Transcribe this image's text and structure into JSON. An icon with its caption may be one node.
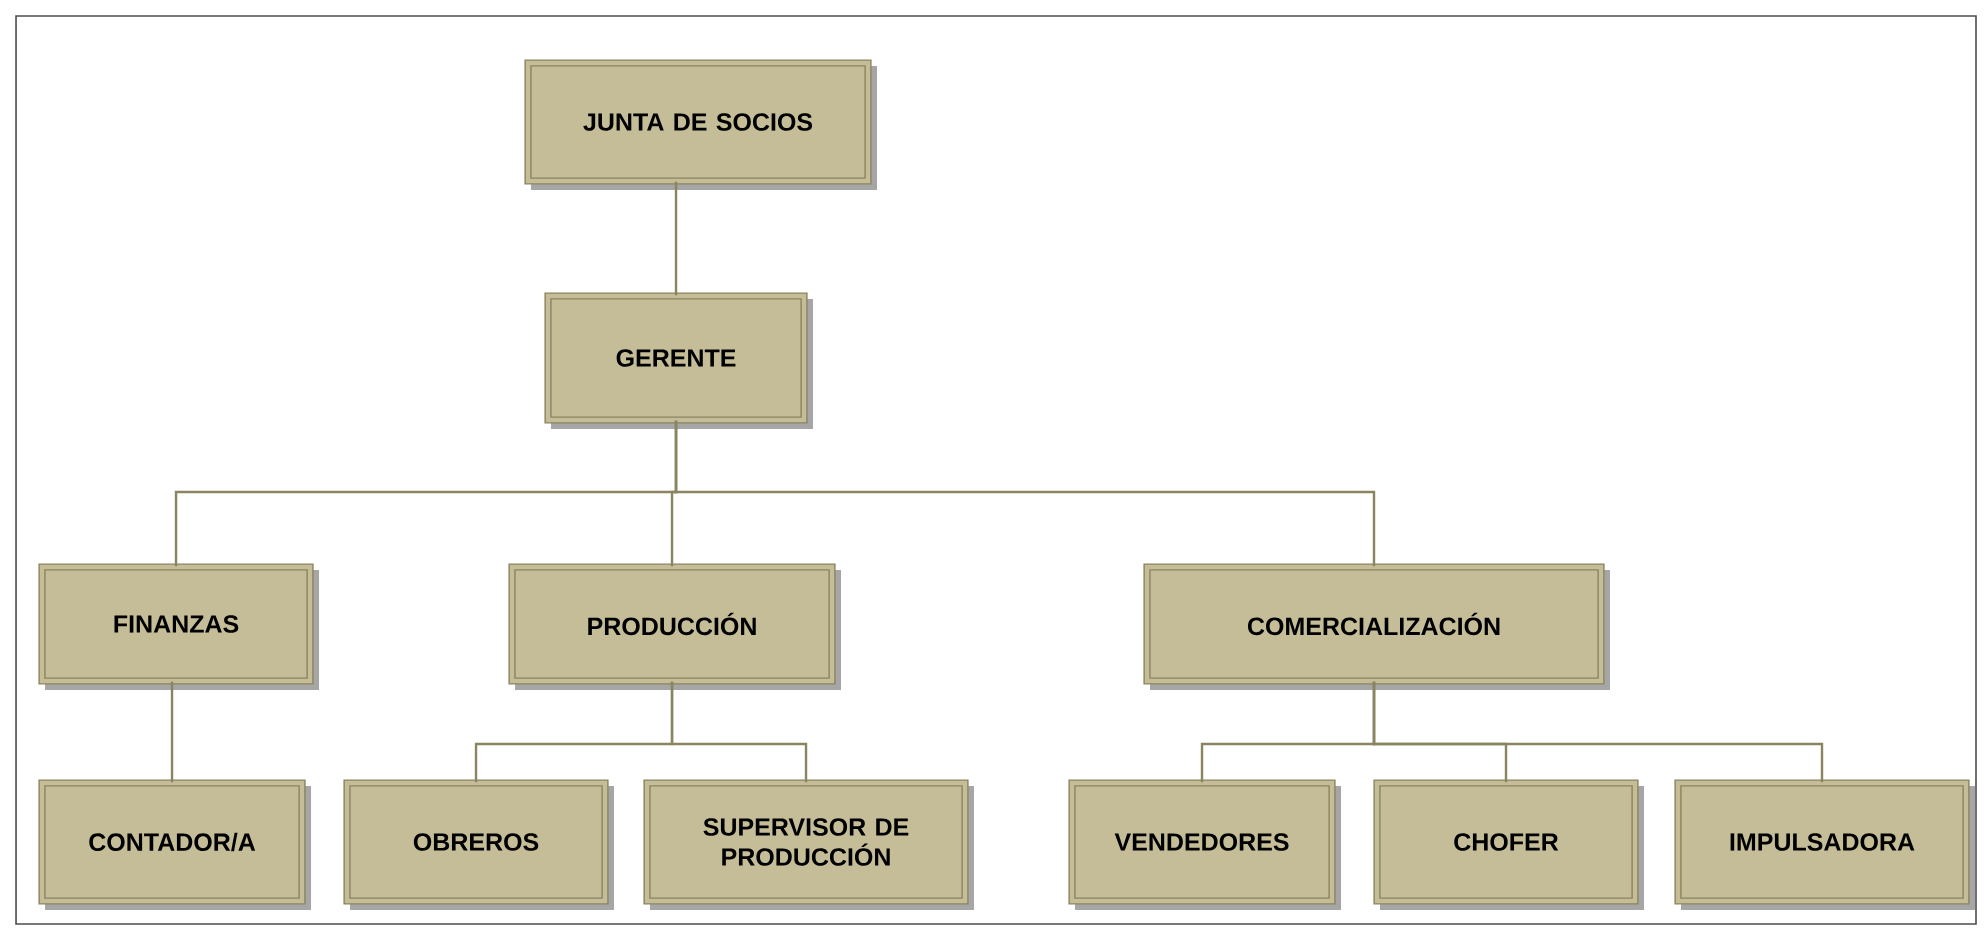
{
  "diagram": {
    "nodes": [
      {
        "text": [
          "JUNTA DE SOCIOS"
        ]
      },
      {
        "text": [
          "GERENTE"
        ]
      },
      {
        "text": [
          "FINANZAS"
        ]
      },
      {
        "text": [
          "PRODUCCIÓN"
        ]
      },
      {
        "text": [
          "COMERCIALIZACIÓN"
        ]
      },
      {
        "text": [
          "CONTADOR/A"
        ]
      },
      {
        "text": [
          "OBREROS"
        ]
      },
      {
        "text": [
          "SUPERVISOR DE PRODUCCIÓN"
        ]
      },
      {
        "text": [
          "VENDEDORES"
        ]
      },
      {
        "text": [
          "CHOFER"
        ]
      },
      {
        "text": [
          "IMPULSADORA"
        ]
      }
    ],
    "edges": [
      {
        "from": 0,
        "to": 1,
        "arrow": "none"
      },
      {
        "from": 1,
        "to": 2,
        "arrow": "none"
      },
      {
        "from": 1,
        "to": 3,
        "arrow": "none"
      },
      {
        "from": 1,
        "to": 4,
        "arrow": "none"
      },
      {
        "from": 2,
        "to": 5,
        "arrow": "none"
      },
      {
        "from": 3,
        "to": 6,
        "arrow": "none"
      },
      {
        "from": 3,
        "to": 7,
        "arrow": "none"
      },
      {
        "from": 4,
        "to": 8,
        "arrow": "none"
      },
      {
        "from": 4,
        "to": 9,
        "arrow": "none"
      },
      {
        "from": 4,
        "to": 10,
        "arrow": "none"
      }
    ]
  }
}
